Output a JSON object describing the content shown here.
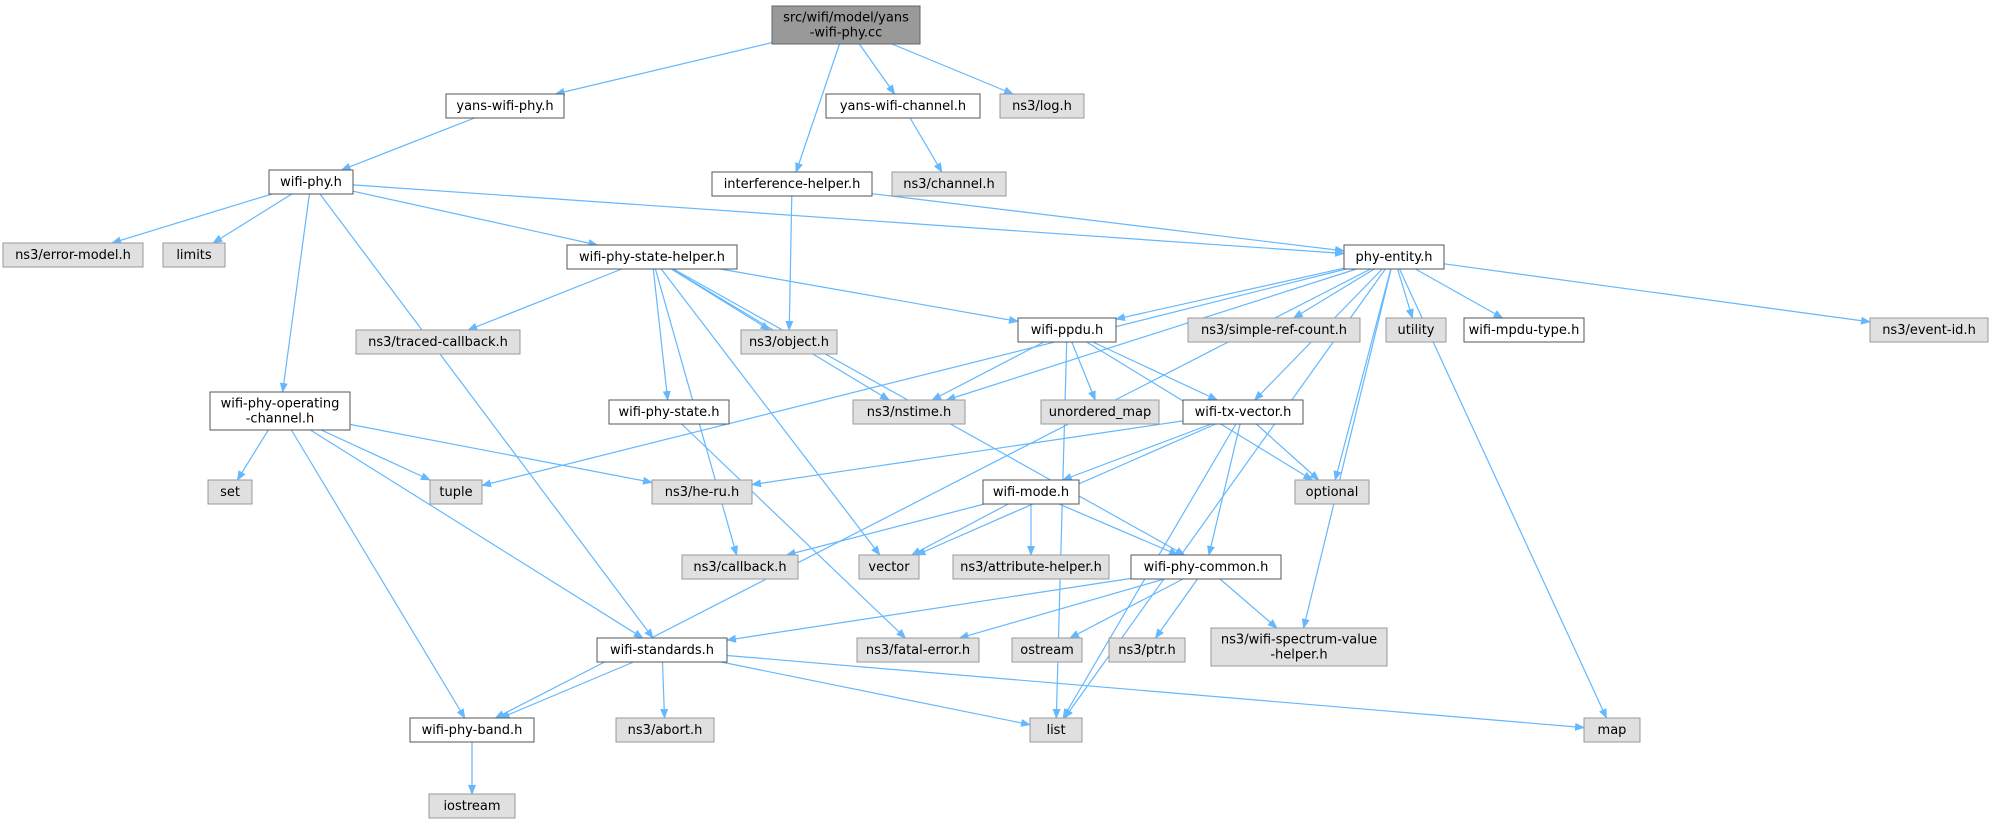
{
  "colors": {
    "edge": "#63b8ff",
    "root_fill": "#999999",
    "local_fill": "#ffffff",
    "system_fill": "#e0e0e0",
    "border": "#666666"
  },
  "nodes": [
    {
      "id": "root",
      "kind": "root",
      "lines": [
        "src/wifi/model/yans",
        "-wifi-phy.cc"
      ]
    },
    {
      "id": "yans_wifi_phy_h",
      "kind": "local",
      "lines": [
        "yans-wifi-phy.h"
      ]
    },
    {
      "id": "yans_wifi_channel_h",
      "kind": "local",
      "lines": [
        "yans-wifi-channel.h"
      ]
    },
    {
      "id": "ns3_log_h",
      "kind": "system",
      "lines": [
        "ns3/log.h"
      ]
    },
    {
      "id": "interference_helper_h",
      "kind": "local",
      "lines": [
        "interference-helper.h"
      ]
    },
    {
      "id": "ns3_channel_h",
      "kind": "system",
      "lines": [
        "ns3/channel.h"
      ]
    },
    {
      "id": "wifi_phy_h",
      "kind": "local",
      "lines": [
        "wifi-phy.h"
      ]
    },
    {
      "id": "ns3_error_model_h",
      "kind": "system",
      "lines": [
        "ns3/error-model.h"
      ]
    },
    {
      "id": "limits",
      "kind": "system",
      "lines": [
        "limits"
      ]
    },
    {
      "id": "wifi_phy_state_helper_h",
      "kind": "local",
      "lines": [
        "wifi-phy-state-helper.h"
      ]
    },
    {
      "id": "phy_entity_h",
      "kind": "local",
      "lines": [
        "phy-entity.h"
      ]
    },
    {
      "id": "ns3_traced_callback_h",
      "kind": "system",
      "lines": [
        "ns3/traced-callback.h"
      ]
    },
    {
      "id": "ns3_object_h",
      "kind": "system",
      "lines": [
        "ns3/object.h"
      ]
    },
    {
      "id": "wifi_ppdu_h",
      "kind": "local",
      "lines": [
        "wifi-ppdu.h"
      ]
    },
    {
      "id": "ns3_simple_ref_count_h",
      "kind": "system",
      "lines": [
        "ns3/simple-ref-count.h"
      ]
    },
    {
      "id": "utility",
      "kind": "system",
      "lines": [
        "utility"
      ]
    },
    {
      "id": "wifi_mpdu_type_h",
      "kind": "local",
      "lines": [
        "wifi-mpdu-type.h"
      ]
    },
    {
      "id": "ns3_event_id_h",
      "kind": "system",
      "lines": [
        "ns3/event-id.h"
      ]
    },
    {
      "id": "wifi_phy_operating_channel_h",
      "kind": "local",
      "lines": [
        "wifi-phy-operating",
        "-channel.h"
      ]
    },
    {
      "id": "wifi_phy_state_h",
      "kind": "local",
      "lines": [
        "wifi-phy-state.h"
      ]
    },
    {
      "id": "ns3_nstime_h",
      "kind": "system",
      "lines": [
        "ns3/nstime.h"
      ]
    },
    {
      "id": "unordered_map",
      "kind": "system",
      "lines": [
        "unordered_map"
      ]
    },
    {
      "id": "wifi_tx_vector_h",
      "kind": "local",
      "lines": [
        "wifi-tx-vector.h"
      ]
    },
    {
      "id": "set",
      "kind": "system",
      "lines": [
        "set"
      ]
    },
    {
      "id": "tuple",
      "kind": "system",
      "lines": [
        "tuple"
      ]
    },
    {
      "id": "ns3_he_ru_h",
      "kind": "system",
      "lines": [
        "ns3/he-ru.h"
      ]
    },
    {
      "id": "optional",
      "kind": "system",
      "lines": [
        "optional"
      ]
    },
    {
      "id": "wifi_mode_h",
      "kind": "local",
      "lines": [
        "wifi-mode.h"
      ]
    },
    {
      "id": "ns3_callback_h",
      "kind": "system",
      "lines": [
        "ns3/callback.h"
      ]
    },
    {
      "id": "vector",
      "kind": "system",
      "lines": [
        "vector"
      ]
    },
    {
      "id": "ns3_attribute_helper_h",
      "kind": "system",
      "lines": [
        "ns3/attribute-helper.h"
      ]
    },
    {
      "id": "wifi_phy_common_h",
      "kind": "local",
      "lines": [
        "wifi-phy-common.h"
      ]
    },
    {
      "id": "wifi_standards_h",
      "kind": "local",
      "lines": [
        "wifi-standards.h"
      ]
    },
    {
      "id": "ns3_fatal_error_h",
      "kind": "system",
      "lines": [
        "ns3/fatal-error.h"
      ]
    },
    {
      "id": "ostream",
      "kind": "system",
      "lines": [
        "ostream"
      ]
    },
    {
      "id": "ns3_ptr_h",
      "kind": "system",
      "lines": [
        "ns3/ptr.h"
      ]
    },
    {
      "id": "ns3_wifi_spectrum_value_helper_h",
      "kind": "system",
      "lines": [
        "ns3/wifi-spectrum-value",
        "-helper.h"
      ]
    },
    {
      "id": "wifi_phy_band_h",
      "kind": "local",
      "lines": [
        "wifi-phy-band.h"
      ]
    },
    {
      "id": "ns3_abort_h",
      "kind": "system",
      "lines": [
        "ns3/abort.h"
      ]
    },
    {
      "id": "list",
      "kind": "system",
      "lines": [
        "list"
      ]
    },
    {
      "id": "map",
      "kind": "system",
      "lines": [
        "map"
      ]
    },
    {
      "id": "iostream",
      "kind": "system",
      "lines": [
        "iostream"
      ]
    }
  ],
  "edges": [
    [
      "root",
      "yans_wifi_phy_h"
    ],
    [
      "root",
      "interference_helper_h"
    ],
    [
      "root",
      "yans_wifi_channel_h"
    ],
    [
      "root",
      "ns3_log_h"
    ],
    [
      "yans_wifi_phy_h",
      "wifi_phy_h"
    ],
    [
      "yans_wifi_channel_h",
      "ns3_channel_h"
    ],
    [
      "interference_helper_h",
      "ns3_object_h"
    ],
    [
      "interference_helper_h",
      "phy_entity_h"
    ],
    [
      "wifi_phy_h",
      "ns3_error_model_h"
    ],
    [
      "wifi_phy_h",
      "limits"
    ],
    [
      "wifi_phy_h",
      "wifi_phy_state_helper_h"
    ],
    [
      "wifi_phy_h",
      "phy_entity_h"
    ],
    [
      "wifi_phy_h",
      "wifi_phy_operating_channel_h"
    ],
    [
      "wifi_phy_h",
      "wifi_standards_h"
    ],
    [
      "wifi_phy_state_helper_h",
      "ns3_traced_callback_h"
    ],
    [
      "wifi_phy_state_helper_h",
      "ns3_object_h"
    ],
    [
      "wifi_phy_state_helper_h",
      "wifi_ppdu_h"
    ],
    [
      "wifi_phy_state_helper_h",
      "wifi_phy_state_h"
    ],
    [
      "wifi_phy_state_helper_h",
      "ns3_nstime_h"
    ],
    [
      "wifi_phy_state_helper_h",
      "ns3_callback_h"
    ],
    [
      "wifi_phy_state_helper_h",
      "vector"
    ],
    [
      "wifi_phy_state_helper_h",
      "wifi_phy_common_h"
    ],
    [
      "phy_entity_h",
      "wifi_ppdu_h"
    ],
    [
      "phy_entity_h",
      "ns3_simple_ref_count_h"
    ],
    [
      "phy_entity_h",
      "utility"
    ],
    [
      "phy_entity_h",
      "wifi_mpdu_type_h"
    ],
    [
      "phy_entity_h",
      "ns3_event_id_h"
    ],
    [
      "phy_entity_h",
      "ns3_nstime_h"
    ],
    [
      "phy_entity_h",
      "wifi_tx_vector_h"
    ],
    [
      "phy_entity_h",
      "optional"
    ],
    [
      "phy_entity_h",
      "tuple"
    ],
    [
      "phy_entity_h",
      "wifi_phy_band_h"
    ],
    [
      "phy_entity_h",
      "ns3_wifi_spectrum_value_helper_h"
    ],
    [
      "phy_entity_h",
      "list"
    ],
    [
      "phy_entity_h",
      "map"
    ],
    [
      "wifi_ppdu_h",
      "ns3_nstime_h"
    ],
    [
      "wifi_ppdu_h",
      "unordered_map"
    ],
    [
      "wifi_ppdu_h",
      "wifi_tx_vector_h"
    ],
    [
      "wifi_ppdu_h",
      "optional"
    ],
    [
      "wifi_ppdu_h",
      "list"
    ],
    [
      "wifi_phy_operating_channel_h",
      "set"
    ],
    [
      "wifi_phy_operating_channel_h",
      "tuple"
    ],
    [
      "wifi_phy_operating_channel_h",
      "ns3_he_ru_h"
    ],
    [
      "wifi_phy_operating_channel_h",
      "wifi_standards_h"
    ],
    [
      "wifi_phy_operating_channel_h",
      "wifi_phy_band_h"
    ],
    [
      "wifi_phy_state_h",
      "ns3_fatal_error_h"
    ],
    [
      "wifi_tx_vector_h",
      "ns3_he_ru_h"
    ],
    [
      "wifi_tx_vector_h",
      "optional"
    ],
    [
      "wifi_tx_vector_h",
      "wifi_mode_h"
    ],
    [
      "wifi_tx_vector_h",
      "vector"
    ],
    [
      "wifi_tx_vector_h",
      "wifi_phy_common_h"
    ],
    [
      "wifi_tx_vector_h",
      "list"
    ],
    [
      "wifi_mode_h",
      "ns3_callback_h"
    ],
    [
      "wifi_mode_h",
      "vector"
    ],
    [
      "wifi_mode_h",
      "ns3_attribute_helper_h"
    ],
    [
      "wifi_mode_h",
      "wifi_phy_common_h"
    ],
    [
      "wifi_phy_common_h",
      "wifi_standards_h"
    ],
    [
      "wifi_phy_common_h",
      "ns3_fatal_error_h"
    ],
    [
      "wifi_phy_common_h",
      "ostream"
    ],
    [
      "wifi_phy_common_h",
      "ns3_ptr_h"
    ],
    [
      "wifi_phy_common_h",
      "ns3_wifi_spectrum_value_helper_h"
    ],
    [
      "wifi_standards_h",
      "wifi_phy_band_h"
    ],
    [
      "wifi_standards_h",
      "ns3_abort_h"
    ],
    [
      "wifi_standards_h",
      "list"
    ],
    [
      "wifi_standards_h",
      "map"
    ],
    [
      "wifi_phy_band_h",
      "iostream"
    ]
  ]
}
